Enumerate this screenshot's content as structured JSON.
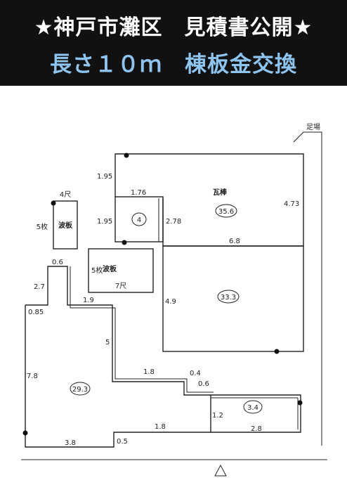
{
  "banner": {
    "line1": "★神戸市灘区　見積書公開★",
    "line2": "長さ１０ｍ　棟板金交換"
  },
  "diagram": {
    "scaffold_label": "足場",
    "sections": [
      {
        "id": "kawara",
        "label": "瓦棒",
        "area": "35.6"
      },
      {
        "id": "small",
        "area": "4"
      },
      {
        "id": "middle",
        "area": "33.3"
      },
      {
        "id": "left",
        "area": "29.3"
      },
      {
        "id": "bottom-right",
        "area": "3.4"
      }
    ],
    "panels": [
      {
        "id": "panel-upper",
        "count": "5枚",
        "type": "波板",
        "size": "4尺"
      },
      {
        "id": "panel-middle",
        "count": "5枚",
        "type": "波板",
        "size": "7尺"
      }
    ],
    "dimensions": {
      "d_1_95_top": "1.95",
      "d_1_76": "1.76",
      "d_1_95_mid": "1.95",
      "d_2_78": "2.78",
      "d_4_73": "4.73",
      "d_6_8": "6.8",
      "d_4_9": "4.9",
      "d_0_6_top": "0.6",
      "d_2_7": "2.7",
      "d_0_85": "0.85",
      "d_1_9": "1.9",
      "d_5": "5",
      "d_7_8": "7.8",
      "d_1_8_mid": "1.8",
      "d_0_4": "0.4",
      "d_0_6_right": "0.6",
      "d_1_2": "1.2",
      "d_2_8": "2.8",
      "d_1_8_bottom": "1.8",
      "d_3_8": "3.8",
      "d_0_5": "0.5"
    }
  }
}
